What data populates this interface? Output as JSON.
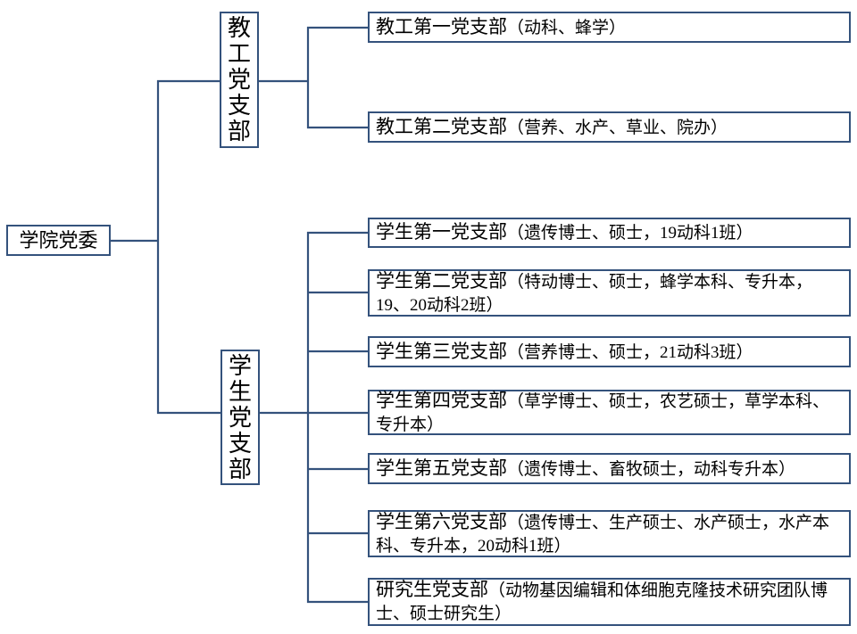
{
  "colors": {
    "line": "#34527C",
    "text": "#000000",
    "background": "#FFFFFF"
  },
  "root": {
    "label": "学院党委"
  },
  "groups": [
    {
      "label": "教工党支部",
      "children": [
        {
          "name": "教工第一党支部",
          "detail": "（动科、蜂学）"
        },
        {
          "name": "教工第二党支部",
          "detail": "（营养、水产、草业、院办）"
        }
      ]
    },
    {
      "label": "学生党支部",
      "children": [
        {
          "name": "学生第一党支部",
          "detail": "（遗传博士、硕士，19动科1班）"
        },
        {
          "name": "学生第二党支部",
          "detail": "（特动博士、硕士，蜂学本科、专升本，19、20动科2班）"
        },
        {
          "name": "学生第三党支部",
          "detail": "（营养博士、硕士，21动科3班）"
        },
        {
          "name": "学生第四党支部",
          "detail": "（草学博士、硕士，农艺硕士，草学本科、专升本）"
        },
        {
          "name": "学生第五党支部",
          "detail": "（遗传博士、畜牧硕士，动科专升本）"
        },
        {
          "name": "学生第六党支部",
          "detail": "（遗传博士、生产硕士、水产硕士，水产本科、专升本，20动科1班）"
        },
        {
          "name": "研究生党支部",
          "detail": "（动物基因编辑和体细胞克隆技术研究团队博士、硕士研究生）"
        }
      ]
    }
  ]
}
